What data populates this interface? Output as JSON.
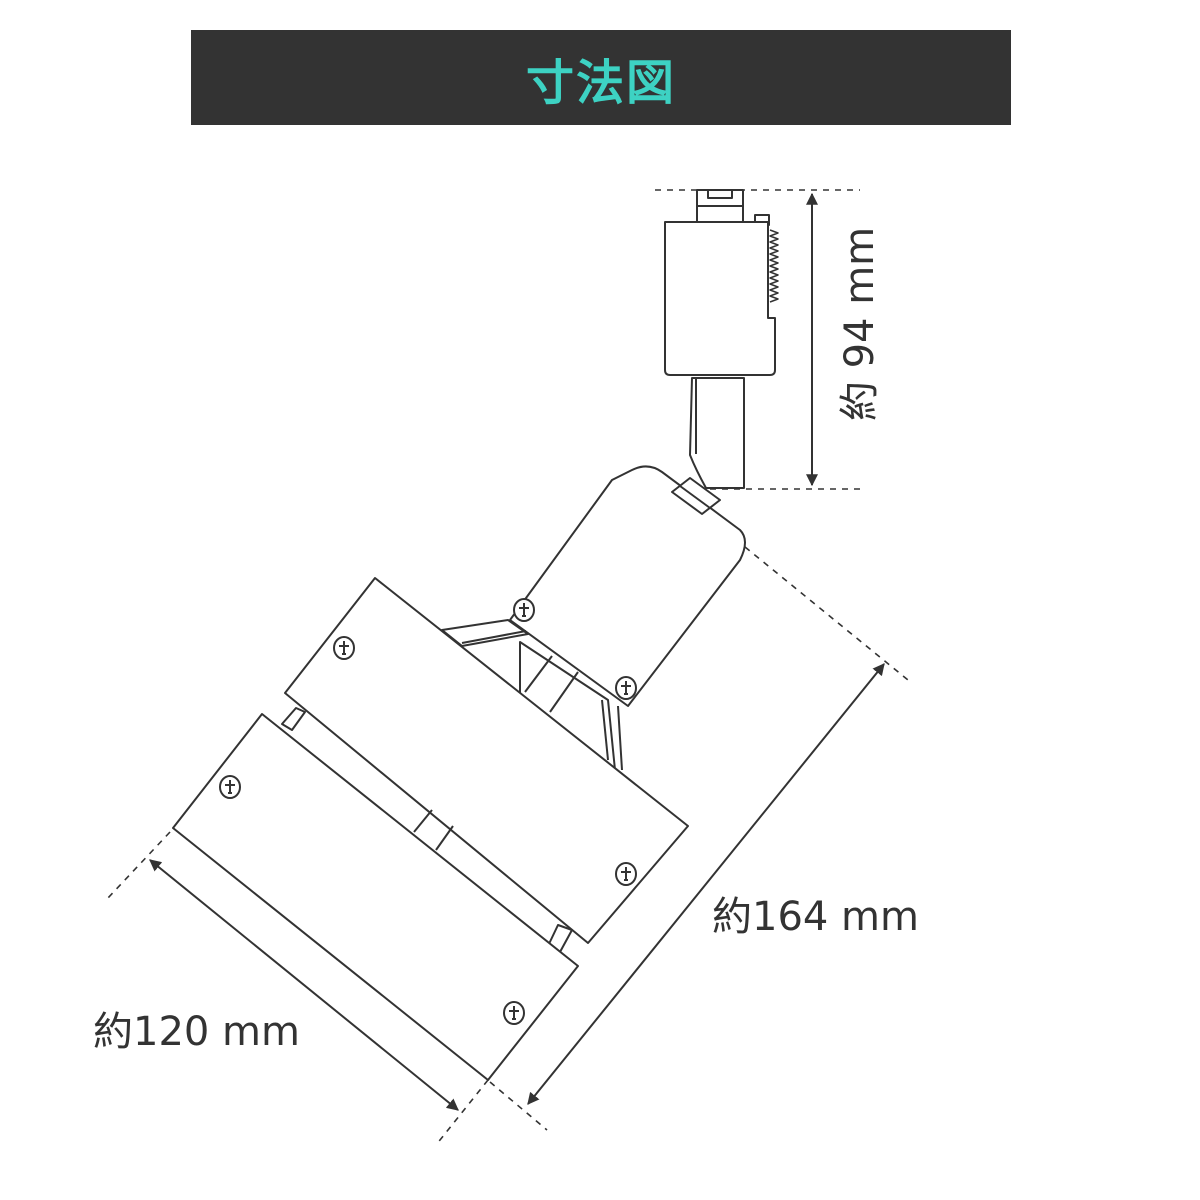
{
  "header": {
    "title": "寸法図",
    "background_color": "#333333",
    "title_color": "#3dd2c3"
  },
  "dimensions": {
    "height": {
      "label": "約 94 mm",
      "value_mm": 94,
      "orientation": "vertical"
    },
    "length": {
      "label": "約164 mm",
      "value_mm": 164,
      "orientation": "diagonal"
    },
    "width": {
      "label": "約120 mm",
      "value_mm": 120,
      "orientation": "diagonal"
    }
  },
  "drawing": {
    "subject": "track-light-spotlight",
    "line_color": "#333333",
    "screws": 6
  }
}
